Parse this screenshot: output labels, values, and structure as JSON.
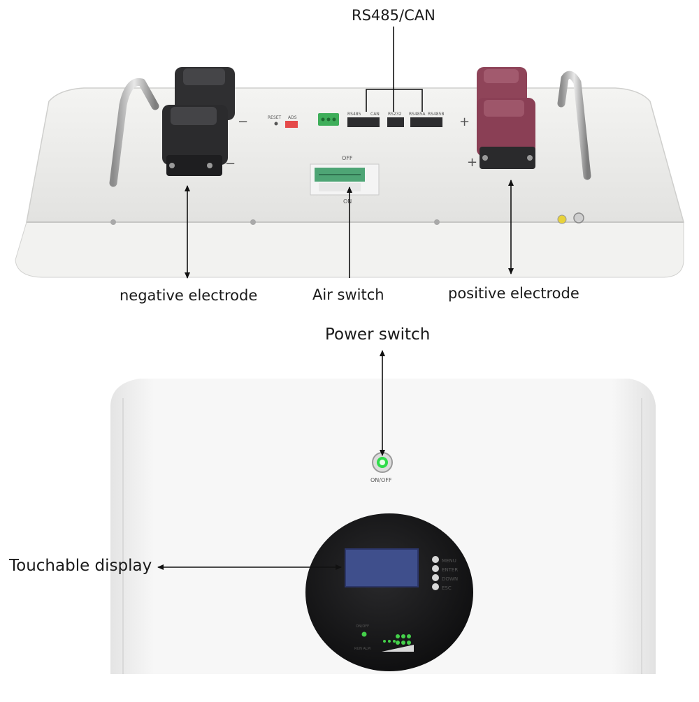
{
  "labels": {
    "rs485_can": "RS485/CAN",
    "negative_electrode": "negative electrode",
    "air_switch": "Air switch",
    "positive_electrode": "positive electrode",
    "power_switch": "Power switch",
    "touchable_display": "Touchable display"
  },
  "top_panel": {
    "breaker_off": "OFF",
    "breaker_on": "ON",
    "minus_sign": "−",
    "plus_sign": "+",
    "reset_label": "RESET",
    "add_label": "ADS",
    "port_labels": [
      "RS485",
      "CAN",
      "RS232",
      "RS485A",
      "RS485B"
    ]
  },
  "front_panel": {
    "power_button_label": "ON/OFF",
    "menu_buttons": [
      "MENU",
      "ENTER",
      "DOWN",
      "ESC"
    ],
    "status_label": "ON/OFF",
    "run_alm_label": "RUN ALM"
  },
  "colors": {
    "casing": "#eeeeec",
    "negative_terminal": "#2b2b2d",
    "positive_terminal": "#8a3f55",
    "display_screen": "#3f4f8c",
    "led_green": "#44d04a"
  }
}
